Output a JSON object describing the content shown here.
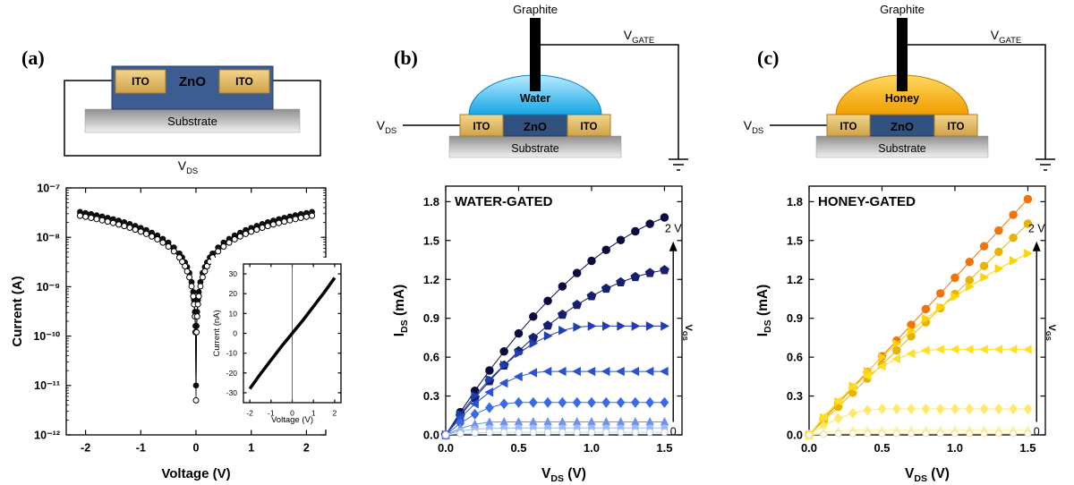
{
  "panel_labels": {
    "a": "(a)",
    "b": "(b)",
    "c": "(c)"
  },
  "schematics": {
    "a": {
      "ito_left": "ITO",
      "zno": "ZnO",
      "ito_right": "ITO",
      "substrate": "Substrate",
      "vds_main": "V",
      "vds_sub": "DS"
    },
    "b": {
      "graphite": "Graphite",
      "liquid": "Water",
      "ito_left": "ITO",
      "zno": "ZnO",
      "ito_right": "ITO",
      "substrate": "Substrate",
      "vds_main": "V",
      "vds_sub": "DS",
      "vgate_main": "V",
      "vgate_sub": "GATE",
      "liquid_color_top": "#b9ecff",
      "liquid_color_bottom": "#15a5e5"
    },
    "c": {
      "graphite": "Graphite",
      "liquid": "Honey",
      "ito_left": "ITO",
      "zno": "ZnO",
      "ito_right": "ITO",
      "substrate": "Substrate",
      "vds_main": "V",
      "vds_sub": "DS",
      "vgate_main": "V",
      "vgate_sub": "GATE",
      "liquid_color_top": "#ffd95e",
      "liquid_color_bottom": "#f09c00"
    }
  },
  "chart_data": [
    {
      "name": "two-terminal-iv-log",
      "type": "scatter",
      "xlabel": "Voltage (V)",
      "ylabel": "Current (A)",
      "xlim": [
        -2.35,
        2.35
      ],
      "xticks": [
        -2,
        -1,
        0,
        1,
        2
      ],
      "xtick_labels": [
        "-2",
        "-1",
        "0",
        "1",
        "2"
      ],
      "ylog": true,
      "ylim_exp": [
        -12,
        -7
      ],
      "yticks_exp": [
        -12,
        -11,
        -10,
        -9,
        -8,
        -7
      ],
      "ytick_labels": [
        "10⁻¹²",
        "10⁻¹¹",
        "10⁻¹⁰",
        "10⁻⁹",
        "10⁻⁸",
        "10⁻⁷"
      ],
      "series": [
        {
          "name": "sweep-filled-circles",
          "marker": "circle",
          "color": "#000000",
          "fill": "#111111",
          "size": 3,
          "width": 1,
          "mirror": true,
          "points": [
            [
              0,
              1e-11
            ],
            [
              0.01,
              1.6e-10
            ],
            [
              0.02,
              3.1e-10
            ],
            [
              0.035,
              5.4e-10
            ],
            [
              0.05,
              7.8e-10
            ],
            [
              0.08,
              1.24e-09
            ],
            [
              0.12,
              1.9e-09
            ],
            [
              0.16,
              2.5e-09
            ],
            [
              0.2,
              3.1e-09
            ],
            [
              0.25,
              3.9e-09
            ],
            [
              0.3,
              4.7e-09
            ],
            [
              0.4,
              6.2e-09
            ],
            [
              0.5,
              7.8e-09
            ],
            [
              0.6,
              9.3e-09
            ],
            [
              0.7,
              1.09e-08
            ],
            [
              0.8,
              1.24e-08
            ],
            [
              0.9,
              1.4e-08
            ],
            [
              1.0,
              1.55e-08
            ],
            [
              1.1,
              1.7e-08
            ],
            [
              1.2,
              1.86e-08
            ],
            [
              1.3,
              2.02e-08
            ],
            [
              1.4,
              2.17e-08
            ],
            [
              1.5,
              2.33e-08
            ],
            [
              1.6,
              2.48e-08
            ],
            [
              1.7,
              2.64e-08
            ],
            [
              1.8,
              2.79e-08
            ],
            [
              1.9,
              2.95e-08
            ],
            [
              2.0,
              3.1e-08
            ],
            [
              2.1,
              3.26e-08
            ]
          ]
        },
        {
          "name": "sweep-open-circles",
          "marker": "circle-open",
          "color": "#000000",
          "stroke": "#000000",
          "size": 3,
          "width": 0.8,
          "mirror": true,
          "points": [
            [
              0,
              5e-12
            ],
            [
              0.01,
              1.2e-10
            ],
            [
              0.02,
              2.5e-10
            ],
            [
              0.035,
              4.4e-10
            ],
            [
              0.05,
              6.4e-10
            ],
            [
              0.08,
              1.02e-09
            ],
            [
              0.12,
              1.55e-09
            ],
            [
              0.16,
              2.05e-09
            ],
            [
              0.2,
              2.6e-09
            ],
            [
              0.25,
              3.2e-09
            ],
            [
              0.3,
              3.9e-09
            ],
            [
              0.4,
              5.2e-09
            ],
            [
              0.5,
              6.5e-09
            ],
            [
              0.6,
              7.8e-09
            ],
            [
              0.7,
              9.1e-09
            ],
            [
              0.8,
              1.04e-08
            ],
            [
              0.9,
              1.17e-08
            ],
            [
              1.0,
              1.3e-08
            ],
            [
              1.1,
              1.43e-08
            ],
            [
              1.2,
              1.56e-08
            ],
            [
              1.3,
              1.69e-08
            ],
            [
              1.4,
              1.82e-08
            ],
            [
              1.5,
              1.95e-08
            ],
            [
              1.6,
              2.08e-08
            ],
            [
              1.7,
              2.21e-08
            ],
            [
              1.8,
              2.34e-08
            ],
            [
              1.9,
              2.47e-08
            ],
            [
              2.0,
              2.6e-08
            ],
            [
              2.1,
              2.73e-08
            ]
          ]
        }
      ]
    },
    {
      "name": "iv-linear-inset",
      "type": "line",
      "xlabel": "Voltage (V)",
      "ylabel": "Current (nA)",
      "xlim": [
        -2.3,
        2.3
      ],
      "xticks": [
        -2,
        -1,
        0,
        1,
        2
      ],
      "xtick_labels": [
        "-2",
        "-1",
        "0",
        "1",
        "2"
      ],
      "ylim": [
        -35,
        35
      ],
      "yticks": [
        -30,
        -20,
        -10,
        0,
        10,
        20,
        30
      ],
      "ytick_labels": [
        "-30",
        "-20",
        "-10",
        "0",
        "10",
        "20",
        "30"
      ],
      "vline0": true,
      "series": [
        {
          "name": "iv-linear-sweep",
          "marker": "none",
          "color": "#000000",
          "width": 3.5,
          "points": [
            [
              -2,
              -28
            ],
            [
              -1.5,
              -20.5
            ],
            [
              -1,
              -13.5
            ],
            [
              -0.5,
              -6.5
            ],
            [
              0,
              0
            ],
            [
              0.5,
              6.5
            ],
            [
              1,
              13.5
            ],
            [
              1.5,
              20.5
            ],
            [
              2,
              28
            ]
          ]
        }
      ]
    },
    {
      "name": "water-gated-output",
      "type": "line-scatter",
      "title": "WATER-GATED",
      "title_color": "#4472b8",
      "xlabel_parts": {
        "main": "V",
        "sub": "DS",
        "rest": " (V)"
      },
      "ylabel_parts": {
        "main": "I",
        "sub": "DS",
        "rest": " (mA)"
      },
      "xlim": [
        0,
        1.62
      ],
      "xticks": [
        0,
        0.5,
        1,
        1.5
      ],
      "xtick_labels": [
        "0.0",
        "0.5",
        "1.0",
        "1.5"
      ],
      "ylim": [
        0,
        1.92
      ],
      "yticks": [
        0,
        0.3,
        0.6,
        0.9,
        1.2,
        1.5,
        1.8
      ],
      "ytick_labels": [
        "0.0",
        "0.3",
        "0.6",
        "0.9",
        "1.2",
        "1.5",
        "1.8"
      ],
      "annotations": {
        "top_label": "2 V",
        "bottom_label": "0",
        "gate_main": "V",
        "gate_sub": "GS",
        "arrow_x": 1.56,
        "arrow_y_from": 0.1,
        "arrow_y_to": 1.48
      },
      "x": [
        0,
        0.1,
        0.2,
        0.3,
        0.4,
        0.5,
        0.6,
        0.7,
        0.8,
        0.9,
        1.0,
        1.1,
        1.2,
        1.3,
        1.4,
        1.5
      ],
      "series": [
        {
          "name": "vgs-2v-top",
          "marker": "circle",
          "color": "#0b0b40",
          "size": 4.4,
          "values": [
            0,
            0.175,
            0.34,
            0.497,
            0.644,
            0.783,
            0.913,
            1.034,
            1.146,
            1.249,
            1.343,
            1.428,
            1.504,
            1.571,
            1.629,
            1.678
          ]
        },
        {
          "name": "vgs-step-2",
          "marker": "pentagon",
          "color": "#171f6e",
          "size": 4.4,
          "values": [
            0,
            0.147,
            0.286,
            0.415,
            0.536,
            0.647,
            0.75,
            0.844,
            0.928,
            1.004,
            1.071,
            1.129,
            1.178,
            1.219,
            1.25,
            1.272
          ]
        },
        {
          "name": "vgs-step-3",
          "marker": "tri-right",
          "color": "#1e3fae",
          "size": 4.4,
          "values": [
            0,
            0.16,
            0.302,
            0.428,
            0.538,
            0.63,
            0.706,
            0.764,
            0.806,
            0.832,
            0.84,
            0.84,
            0.84,
            0.84,
            0.84,
            0.84
          ]
        },
        {
          "name": "vgs-step-4",
          "marker": "tri-left",
          "color": "#2952d6",
          "size": 4.4,
          "values": [
            0,
            0.13,
            0.24,
            0.33,
            0.4,
            0.45,
            0.48,
            0.49,
            0.49,
            0.49,
            0.49,
            0.49,
            0.49,
            0.49,
            0.49,
            0.49
          ]
        },
        {
          "name": "vgs-step-5",
          "marker": "diamond",
          "color": "#3a6ae8",
          "size": 4.2,
          "values": [
            0,
            0.09,
            0.16,
            0.21,
            0.24,
            0.25,
            0.25,
            0.25,
            0.25,
            0.25,
            0.25,
            0.25,
            0.25,
            0.25,
            0.25,
            0.25
          ]
        },
        {
          "name": "vgs-step-6",
          "marker": "tri-up",
          "color": "#6b92f0",
          "size": 4,
          "values": [
            0,
            0.049,
            0.082,
            0.098,
            0.1,
            0.1,
            0.1,
            0.1,
            0.1,
            0.1,
            0.1,
            0.1,
            0.1,
            0.1,
            0.1,
            0.1
          ]
        },
        {
          "name": "vgs-step-7",
          "marker": "circle",
          "color": "#9fb9f6",
          "size": 3.6,
          "values": [
            0,
            0.03,
            0.045,
            0.05,
            0.052,
            0.053,
            0.053,
            0.053,
            0.053,
            0.053,
            0.053,
            0.053,
            0.053,
            0.053,
            0.053,
            0.053
          ]
        },
        {
          "name": "vgs-0v-bottom",
          "marker": "circle-open",
          "color": "#c9d6f5",
          "stroke": "#b9c8ee",
          "size": 3.6,
          "values": [
            0,
            0.01,
            0.016,
            0.019,
            0.02,
            0.02,
            0.02,
            0.02,
            0.02,
            0.02,
            0.02,
            0.02,
            0.02,
            0.02,
            0.02,
            0.02
          ]
        }
      ]
    },
    {
      "name": "honey-gated-output",
      "type": "line-scatter",
      "title": "HONEY-GATED",
      "title_color": "#eaa312",
      "xlabel_parts": {
        "main": "V",
        "sub": "DS",
        "rest": " (V)"
      },
      "ylabel_parts": {
        "main": "I",
        "sub": "DS",
        "rest": " (mA)"
      },
      "xlim": [
        0,
        1.62
      ],
      "xticks": [
        0,
        0.5,
        1,
        1.5
      ],
      "xtick_labels": [
        "0.0",
        "0.5",
        "1.0",
        "1.5"
      ],
      "ylim": [
        0,
        1.92
      ],
      "yticks": [
        0,
        0.3,
        0.6,
        0.9,
        1.2,
        1.5,
        1.8
      ],
      "ytick_labels": [
        "0.0",
        "0.3",
        "0.6",
        "0.9",
        "1.2",
        "1.5",
        "1.8"
      ],
      "annotations": {
        "top_label": "2 V",
        "bottom_label": "0",
        "gate_main": "V",
        "gate_sub": "GS",
        "arrow_x": 1.56,
        "arrow_y_from": 0.1,
        "arrow_y_to": 1.48
      },
      "x": [
        0,
        0.1,
        0.2,
        0.3,
        0.4,
        0.5,
        0.6,
        0.7,
        0.8,
        0.9,
        1.0,
        1.1,
        1.2,
        1.3,
        1.4,
        1.5
      ],
      "series": [
        {
          "name": "vgs-2v-top",
          "marker": "circle",
          "color": "#f2730a",
          "size": 4.4,
          "values": [
            0,
            0.121,
            0.243,
            0.364,
            0.485,
            0.607,
            0.728,
            0.849,
            0.971,
            1.092,
            1.213,
            1.335,
            1.456,
            1.577,
            1.699,
            1.82
          ]
        },
        {
          "name": "vgs-step-2",
          "marker": "circle",
          "color": "#e5b400",
          "size": 4.4,
          "values": [
            0,
            0.109,
            0.217,
            0.326,
            0.435,
            0.543,
            0.652,
            0.761,
            0.869,
            0.978,
            1.087,
            1.195,
            1.304,
            1.413,
            1.521,
            1.63
          ]
        },
        {
          "name": "vgs-step-3",
          "marker": "tri-right",
          "color": "#ffd400",
          "size": 4.4,
          "values": [
            0,
            0.131,
            0.256,
            0.376,
            0.491,
            0.6,
            0.704,
            0.803,
            0.896,
            0.984,
            1.067,
            1.144,
            1.216,
            1.283,
            1.344,
            1.4
          ]
        },
        {
          "name": "vgs-step-4",
          "marker": "tri-left",
          "color": "#ffdf26",
          "size": 4.4,
          "values": [
            0,
            0.139,
            0.261,
            0.367,
            0.456,
            0.53,
            0.587,
            0.627,
            0.652,
            0.66,
            0.66,
            0.66,
            0.66,
            0.66,
            0.66,
            0.66
          ]
        },
        {
          "name": "vgs-step-5",
          "marker": "diamond",
          "color": "#ffe966",
          "size": 4.2,
          "values": [
            0,
            0.072,
            0.128,
            0.168,
            0.192,
            0.2,
            0.2,
            0.2,
            0.2,
            0.2,
            0.2,
            0.2,
            0.2,
            0.2,
            0.2,
            0.2
          ]
        },
        {
          "name": "vgs-step-6",
          "marker": "tri-up",
          "color": "#fff2a6",
          "size": 3.8,
          "values": [
            0,
            0.02,
            0.032,
            0.038,
            0.04,
            0.04,
            0.04,
            0.04,
            0.04,
            0.04,
            0.04,
            0.04,
            0.04,
            0.04,
            0.04,
            0.04
          ]
        },
        {
          "name": "vgs-0v-bottom",
          "marker": "circle-open",
          "color": "#f5e9b0",
          "stroke": "#ecddA0",
          "size": 3.4,
          "values": [
            0,
            0.006,
            0.009,
            0.01,
            0.01,
            0.01,
            0.01,
            0.01,
            0.01,
            0.01,
            0.01,
            0.01,
            0.01,
            0.01,
            0.01,
            0.01
          ]
        }
      ]
    }
  ]
}
